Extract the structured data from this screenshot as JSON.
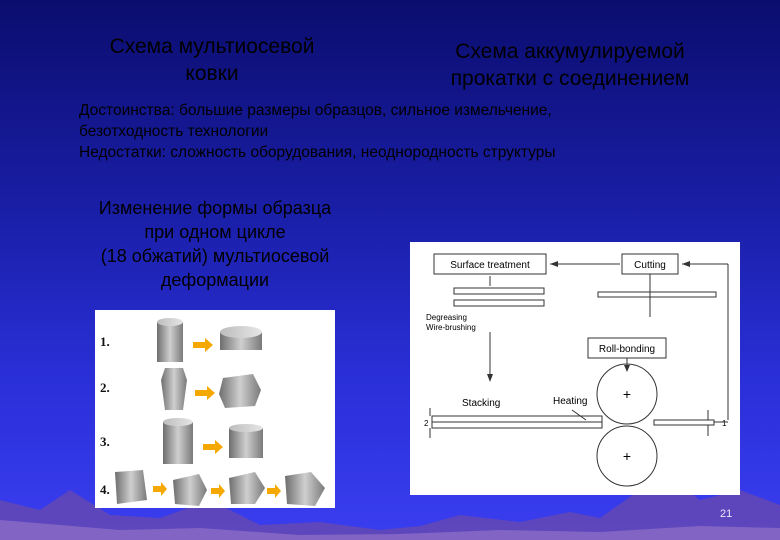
{
  "titles": {
    "left": [
      "Схема мультиосевой",
      "ковки"
    ],
    "right": [
      "Схема аккумулируемой",
      "прокатки с соединением"
    ]
  },
  "advantages": {
    "line1": "Достоинства: большие размеры образцов, сильное измельчение,",
    "line2": "безотходность технологии",
    "line3": "Недостатки: сложность оборудования, неоднородность структуры"
  },
  "caption": [
    "Изменение формы образца",
    "при одном цикле",
    "(18 обжатий) мультиосевой",
    "деформации"
  ],
  "forging_rows": [
    "1.",
    "2.",
    "3.",
    "4."
  ],
  "arb_diagram": {
    "surface_treatment": "Surface treatment",
    "cutting": "Cutting",
    "degreasing": "Degreasing",
    "wire_brushing": "Wire-brushing",
    "roll_bonding": "Roll-bonding",
    "stacking": "Stacking",
    "heating": "Heating",
    "plus": "+",
    "thickness_left": "2",
    "thickness_right": "1"
  },
  "slide_number": "21",
  "colors": {
    "arrow_orange": "#f5a800",
    "diagram_stroke": "#333333"
  }
}
